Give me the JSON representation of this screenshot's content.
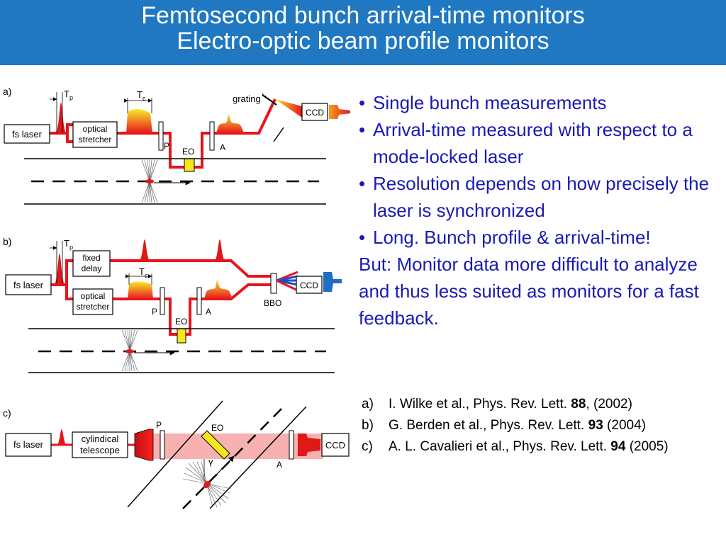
{
  "header": {
    "title_line1": "Femtosecond bunch arrival-time monitors",
    "title_line2": "Electro-optic beam profile monitors"
  },
  "diagram": {
    "panel_a": {
      "label": "a)",
      "laser": "fs laser",
      "stretcher_line1": "optical",
      "stretcher_line2": "stretcher",
      "tp_main": "T",
      "tp_sub": "p",
      "tc_main": "T",
      "tc_sub": "c",
      "p": "P",
      "eo": "EO",
      "a": "A",
      "grating": "grating",
      "ccd": "CCD"
    },
    "panel_b": {
      "label": "b)",
      "laser": "fs laser",
      "delay_line1": "fixed",
      "delay_line2": "delay",
      "stretcher_line1": "optical",
      "stretcher_line2": "stretcher",
      "tp_main": "T",
      "tp_sub": "p",
      "tc_main": "T",
      "tc_sub": "c",
      "p": "P",
      "eo": "EO",
      "a": "A",
      "bbo": "BBO",
      "ccd": "CCD"
    },
    "panel_c": {
      "label": "c)",
      "laser": "fs laser",
      "telescope_line1": "cylindical",
      "telescope_line2": "telescope",
      "p": "P",
      "eo": "EO",
      "gamma": "γ",
      "a": "A",
      "ccd": "CCD"
    }
  },
  "bullets": [
    "Single bunch measurements",
    "Arrival-time measured with respect to a mode-locked laser",
    "Resolution depends on how precisely the laser is synchronized",
    "Long. Bunch profile & arrival-time!"
  ],
  "bullet_symbol": "•",
  "note": "But: Monitor data more difficult to analyze and thus less suited as monitors for a fast feedback.",
  "references": [
    {
      "label": "a)",
      "text": "I. Wilke et al., Phys. Rev. Lett. ",
      "volume": "88",
      "suffix": ", (2002)"
    },
    {
      "label": "b)",
      "text": "G. Berden et al., Phys. Rev. Lett. ",
      "volume": "93",
      "suffix": " (2004)"
    },
    {
      "label": "c)",
      "text": "A. L. Cavalieri et al., Phys. Rev. Lett. ",
      "volume": "94",
      "suffix": " (2005)"
    }
  ],
  "colors": {
    "header_bg": "#1f78c1",
    "bullet_text": "#1a1ab4",
    "beam_red": "#e8141e",
    "pulse_red": "#e01818",
    "eo_yellow": "#f5e61e",
    "beam_band": "#f7a3a3"
  }
}
